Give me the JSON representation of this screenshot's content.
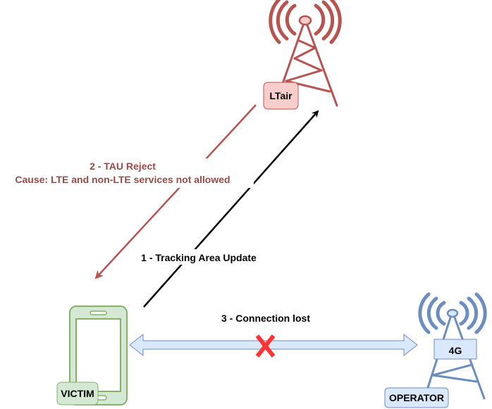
{
  "nodes": {
    "attacker_tower": {
      "label": "LTair",
      "color": "#b85450",
      "fill": "#f8cecc"
    },
    "operator_tower": {
      "label": "4G",
      "tag": "OPERATOR",
      "color": "#6c8ebf",
      "fill": "#dae8fc"
    },
    "victim_phone": {
      "label": "VICTIM",
      "color": "#82b366",
      "fill": "#d5e8d4"
    }
  },
  "edges": {
    "tau_request": {
      "label": "1 - Tracking Area Update",
      "color": "#000000"
    },
    "tau_reject": {
      "label_line1": "2 - TAU Reject",
      "label_line2": "Cause: LTE and non-LTE services not allowed",
      "color": "#b85450"
    },
    "connection": {
      "label": "3 - Connection lost",
      "color": "#6c8ebf",
      "fill": "#dae8fc",
      "cross_color": "#ff3333"
    }
  }
}
